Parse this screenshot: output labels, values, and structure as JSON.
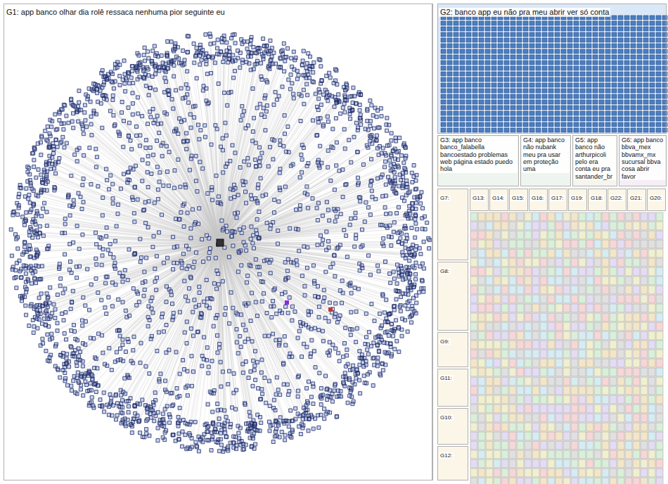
{
  "diagram": {
    "nodes": [
      {
        "text": [
          "G1: app banco olhar dia rolê ressaca nenhuma pior seguinte eu"
        ]
      },
      {
        "text": [
          "G2: banco app eu não pra meu abrir ver só conta"
        ]
      },
      {
        "text": [
          "G3: app banco banco_falabella bancoestado problemas web página estado puedo hola"
        ]
      },
      {
        "text": [
          "G4: app banco não nubank meu pra usar em proteção uma"
        ]
      },
      {
        "text": [
          "G5: app banco não arthurpicoli pelo era conta eu pra santander_br"
        ]
      },
      {
        "text": [
          "G6: app banco bbva_mex bbvamx_mx sucursal bbva cosa abrir favor"
        ]
      },
      {
        "text": [
          "G13:"
        ]
      },
      {
        "text": [
          "G14:"
        ]
      },
      {
        "text": [
          "G15:"
        ]
      },
      {
        "text": [
          "G16:"
        ]
      },
      {
        "text": [
          "G17:"
        ]
      },
      {
        "text": [
          "G19:"
        ]
      },
      {
        "text": [
          "G18:"
        ]
      },
      {
        "text": [
          "G22:"
        ]
      },
      {
        "text": [
          "G21:"
        ]
      },
      {
        "text": [
          "G20:"
        ]
      },
      {
        "text": [
          "G7:"
        ]
      },
      {
        "text": [
          "G8:"
        ]
      },
      {
        "text": [
          "G9:"
        ]
      },
      {
        "text": [
          "G11:"
        ]
      },
      {
        "text": [
          "G10:"
        ]
      },
      {
        "text": [
          "G12:"
        ]
      }
    ]
  }
}
